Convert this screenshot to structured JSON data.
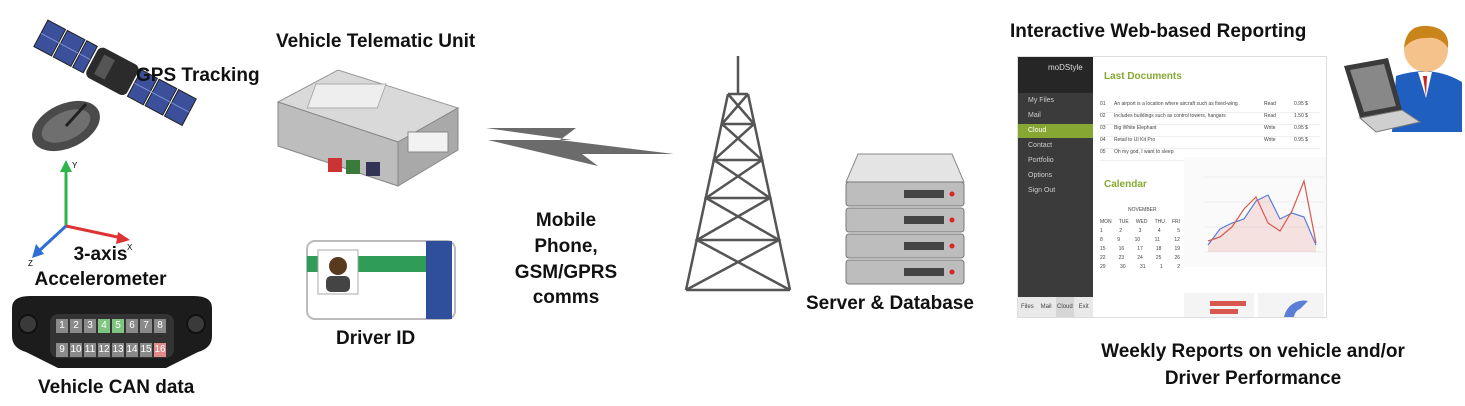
{
  "labels": {
    "gps": "GPS Tracking",
    "accel_line1": "3-axis",
    "accel_line2": "Accelerometer",
    "can": "Vehicle CAN data",
    "vtu": "Vehicle Telematic Unit",
    "driver_id": "Driver ID",
    "mobile_line1": "Mobile",
    "mobile_line2": "Phone,",
    "mobile_line3": "GSM/GPRS",
    "mobile_line4": "comms",
    "server": "Server & Database",
    "web_reporting": "Interactive Web-based Reporting",
    "weekly_line1": "Weekly Reports on vehicle and/or",
    "weekly_line2": "Driver Performance"
  },
  "axes": {
    "y": "Y",
    "x": "X",
    "z": "Z"
  },
  "obd_pins": {
    "top": [
      "1",
      "2",
      "3",
      "4",
      "5",
      "6",
      "7",
      "8"
    ],
    "bottom": [
      "9",
      "10",
      "11",
      "12",
      "13",
      "14",
      "15",
      "16"
    ],
    "highlight_top": [
      "4",
      "5"
    ],
    "highlight_bottom": [
      "16"
    ]
  },
  "dashboard": {
    "brand": "moDStyle",
    "menu": [
      "My Files",
      "Mail",
      "Cloud",
      "Contact",
      "Portfolio",
      "Options",
      "Sign Out"
    ],
    "active_menu": "Cloud",
    "bottom_tabs": [
      "Files",
      "Mail",
      "Cloud",
      "Exit"
    ],
    "docs_title": "Last Documents",
    "docs_rows": [
      {
        "id": "01",
        "title": "An airport is a location where aircraft such as fixed-wing",
        "status": "Read",
        "size": "0.95 $"
      },
      {
        "id": "02",
        "title": "Includes buildings such as control towers, hangars",
        "status": "Read",
        "size": "1.50 $"
      },
      {
        "id": "03",
        "title": "Big White Elephant",
        "status": "Write",
        "size": "0.95 $"
      },
      {
        "id": "04",
        "title": "Retail to UI Kit Pro",
        "status": "Write",
        "size": "0.95 $"
      },
      {
        "id": "05",
        "title": "Oh my god, I want to sleep",
        "status": "",
        "size": ""
      }
    ],
    "calendar_title": "Calendar",
    "calendar_month": "NOVEMBER",
    "calendar_days": [
      "MON",
      "TUE",
      "WED",
      "THU",
      "FRI"
    ],
    "calendar_rows": [
      [
        "1",
        "2",
        "3",
        "4",
        "5"
      ],
      [
        "8",
        "9",
        "10",
        "11",
        "12"
      ],
      [
        "15",
        "16",
        "17",
        "18",
        "19"
      ],
      [
        "22",
        "23",
        "24",
        "25",
        "26"
      ],
      [
        "29",
        "30",
        "31",
        "1",
        "2"
      ]
    ]
  },
  "colors": {
    "label": "#111111",
    "dash_accent": "#86a832",
    "line_blue": "#5b7fd6",
    "line_red": "#d8574e",
    "server_grey": "#8a8a8a",
    "obd_black": "#1c1c1c"
  },
  "icons": [
    "satellite-icon",
    "axes-icon",
    "obd-connector-icon",
    "telematic-unit-icon",
    "driver-id-card-icon",
    "lightning-bolt-icon",
    "radio-tower-icon",
    "server-icon",
    "dashboard-screenshot",
    "user-laptop-icon"
  ]
}
